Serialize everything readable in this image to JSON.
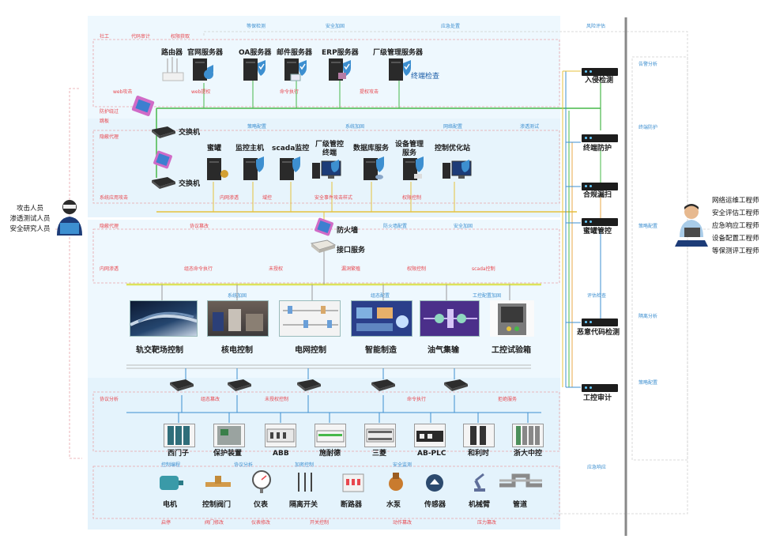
{
  "left_roles": [
    "攻击人员",
    "渗透测试人员",
    "安全研究人员"
  ],
  "right_roles": [
    "网络运维工程师",
    "安全评估工程师",
    "应急响应工程师",
    "设备配置工程师",
    "等保测评工程师"
  ],
  "top_tags": [
    "等保检测",
    "安全加固",
    "应急处置",
    "风险评估"
  ],
  "z1_red_tags": [
    "社工",
    "代码审计",
    "权限获取",
    "web攻击",
    "web提权",
    "命令执行",
    "提权攻击"
  ],
  "z1_side_tags": [
    "防护绕过",
    "跳板"
  ],
  "servers_top": [
    "路由器",
    "官网服务器",
    "OA服务器",
    "邮件服务器",
    "ERP服务器",
    "厂级管理服务器"
  ],
  "terminal_check": "终端检查",
  "switch1": "交换机",
  "switch2": "交换机",
  "z2_blue_tags": [
    "策略配置",
    "系统加固",
    "网络配置",
    "渗透测试"
  ],
  "z2_red_tags": [
    "隐蔽代理",
    "系统应用攻击",
    "内网渗透",
    "域控",
    "安全事件攻击样式",
    "权限控制"
  ],
  "servers_mid": [
    "蜜罐",
    "监控主机",
    "scada监控",
    "厂级管控终端",
    "数据库服务",
    "设备管理服务",
    "控制优化站"
  ],
  "firewall": "防火墙",
  "interface_service": "接口服务",
  "z3_red_tags": [
    "隐蔽代理",
    "协议篡改",
    "内网渗透",
    "组态命令执行",
    "未授权",
    "漏洞繁殖",
    "权限控制",
    "scada控制"
  ],
  "z3_blue_tags": [
    "防火墙配置",
    "安全加固",
    "系统加固",
    "组态配置",
    "工控配置加固"
  ],
  "scenes": [
    "轨交靶场控制",
    "核电控制",
    "电网控制",
    "智能制造",
    "油气集输",
    "工控试验箱"
  ],
  "z4_tags": [
    "协议分析",
    "组态篡改",
    "未授权控制",
    "命令执行",
    "拒绝服务"
  ],
  "plcs": [
    "西门子",
    "保护装置",
    "ABB",
    "施耐德",
    "三菱",
    "AB-PLC",
    "和利时",
    "浙大中控"
  ],
  "z5_blue_tags": [
    "控制编程",
    "协议分析",
    "加密控制",
    "安全监测"
  ],
  "field_devices": [
    "电机",
    "控制阀门",
    "仪表",
    "隔离开关",
    "断路器",
    "水泵",
    "传感器",
    "机械臂",
    "管道"
  ],
  "bottom_tags": [
    "启停",
    "阀门修改",
    "仪表修改",
    "开关控制",
    "动作篡改",
    "压力篡改"
  ],
  "right_devices": [
    "入侵检测",
    "终端防护",
    "合规漏扫",
    "蜜罐管控",
    "恶意代码检测",
    "工控审计"
  ],
  "right_tags": [
    "告警分析",
    "终端防护",
    "策略配置",
    "评估检查",
    "隔离分析",
    "策略配置",
    "应急响应"
  ],
  "colors": {
    "red": "#e8474e",
    "blue": "#3d8fd0",
    "green": "#47b84a",
    "yellow": "#e5c23c",
    "zone": "#e7f4fc"
  }
}
